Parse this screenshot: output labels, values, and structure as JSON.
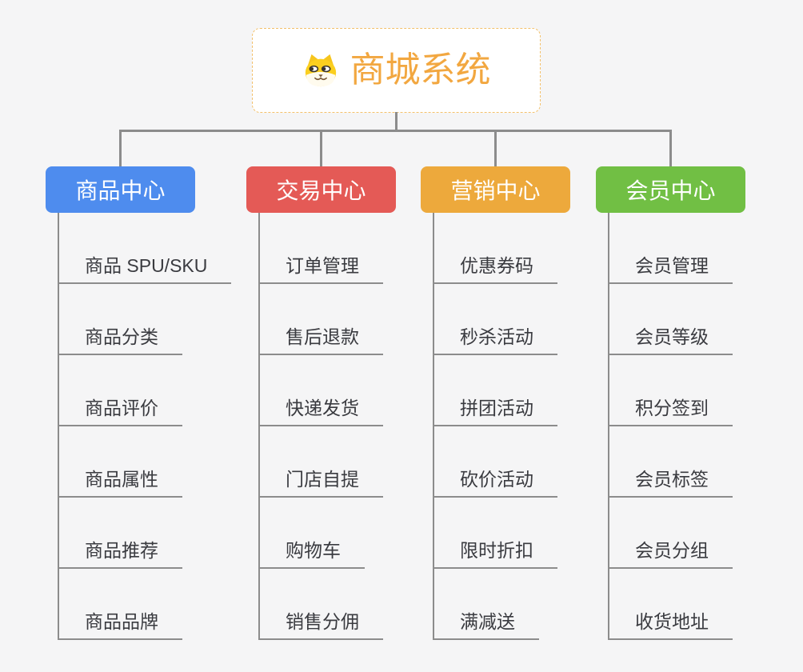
{
  "canvas": {
    "background": "#f5f5f6",
    "connector_color": "#8c8c8c"
  },
  "root": {
    "title": "商城系统",
    "title_color": "#f2a740",
    "border_color": "#f3c06a",
    "icon": "dog-face-icon"
  },
  "branches": [
    {
      "id": "product-center",
      "label": "商品中心",
      "color": "#4e8cee",
      "items": [
        "商品 SPU/SKU",
        "商品分类",
        "商品评价",
        "商品属性",
        "商品推荐",
        "商品品牌"
      ]
    },
    {
      "id": "trade-center",
      "label": "交易中心",
      "color": "#e45a56",
      "items": [
        "订单管理",
        "售后退款",
        "快递发货",
        "门店自提",
        "购物车",
        "销售分佣"
      ]
    },
    {
      "id": "marketing-center",
      "label": "营销中心",
      "color": "#eda93c",
      "items": [
        "优惠券码",
        "秒杀活动",
        "拼团活动",
        "砍价活动",
        "限时折扣",
        "满减送"
      ]
    },
    {
      "id": "member-center",
      "label": "会员中心",
      "color": "#71bf44",
      "items": [
        "会员管理",
        "会员等级",
        "积分签到",
        "会员标签",
        "会员分组",
        "收货地址"
      ]
    }
  ]
}
